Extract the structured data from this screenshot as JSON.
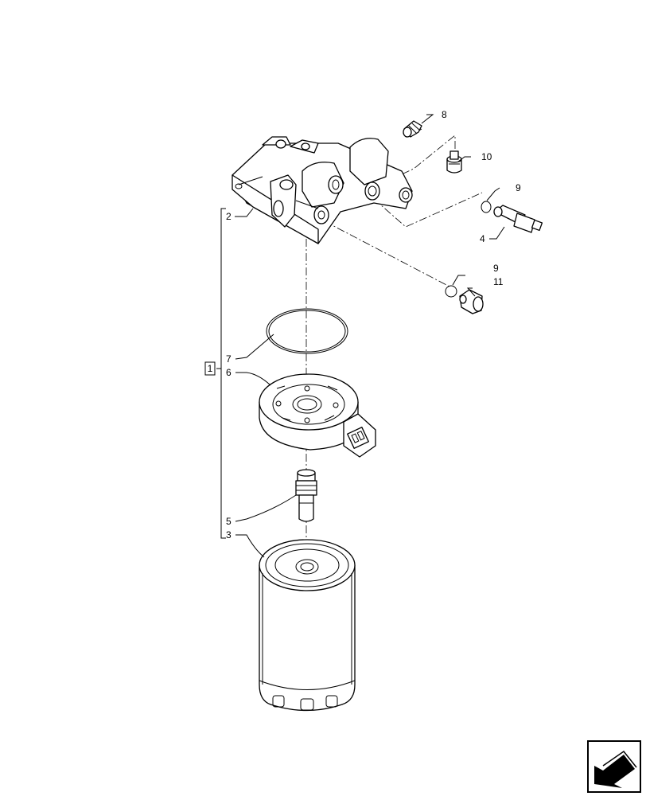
{
  "callouts": {
    "c1": "1",
    "c2": "2",
    "c3": "3",
    "c4": "4",
    "c5": "5",
    "c6": "6",
    "c7": "7",
    "c8": "8",
    "c9a": "9",
    "c9b": "9",
    "c10": "10",
    "c11": "11"
  },
  "icons": {
    "navigation": "arrow-previous-page-icon"
  },
  "colors": {
    "line": "#000000",
    "background": "#ffffff"
  }
}
